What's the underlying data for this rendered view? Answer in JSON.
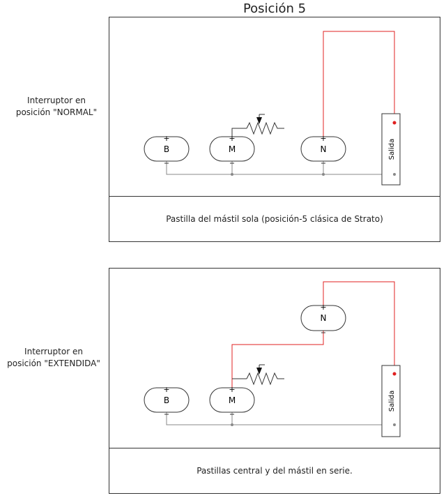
{
  "title": "Posición 5",
  "diagrams": [
    {
      "side_label_line1": "Interruptor en",
      "side_label_line2": "posición \"NORMAL\"",
      "caption": "Pastilla del mástil sola (posición-5 clásica de Strato)",
      "pickups": [
        "B",
        "M",
        "N"
      ],
      "output_label": "Salida"
    },
    {
      "side_label_line1": "Interruptor en",
      "side_label_line2": "posición \"EXTENDIDA\"",
      "caption": "Pastillas central y del mástil en serie.",
      "pickups": [
        "B",
        "M",
        "N"
      ],
      "output_label": "Salida"
    }
  ],
  "colors": {
    "wire_hot": "#e02020",
    "wire_ground": "#888888",
    "outline": "#333333"
  }
}
